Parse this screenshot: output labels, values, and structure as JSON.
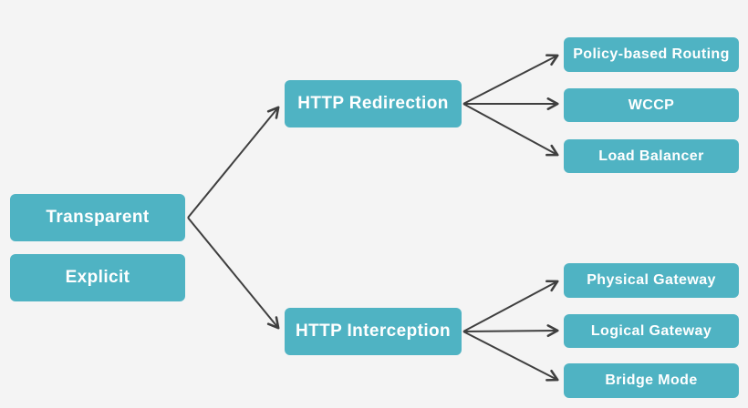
{
  "diagram": {
    "title": "Proxy deployment modes tree",
    "colors": {
      "background": "#f4f4f4",
      "node_fill": "#4FB3C3",
      "node_text": "#ffffff",
      "arrow": "#3f3f3f"
    },
    "nodes": {
      "transparent": {
        "label": "Transparent"
      },
      "explicit": {
        "label": "Explicit"
      },
      "http_redirection": {
        "label": "HTTP Redirection"
      },
      "http_interception": {
        "label": "HTTP Interception"
      },
      "policy_based_routing": {
        "label": "Policy-based Routing"
      },
      "wccp": {
        "label": "WCCP"
      },
      "load_balancer": {
        "label": "Load Balancer"
      },
      "physical_gateway": {
        "label": "Physical Gateway"
      },
      "logical_gateway": {
        "label": "Logical Gateway"
      },
      "bridge_mode": {
        "label": "Bridge Mode"
      }
    },
    "edges": [
      {
        "from": "Transparent",
        "to": "HTTP Redirection"
      },
      {
        "from": "Transparent",
        "to": "HTTP Interception"
      },
      {
        "from": "HTTP Redirection",
        "to": "Policy-based Routing"
      },
      {
        "from": "HTTP Redirection",
        "to": "WCCP"
      },
      {
        "from": "HTTP Redirection",
        "to": "Load Balancer"
      },
      {
        "from": "HTTP Interception",
        "to": "Physical Gateway"
      },
      {
        "from": "HTTP Interception",
        "to": "Logical Gateway"
      },
      {
        "from": "HTTP Interception",
        "to": "Bridge Mode"
      }
    ]
  }
}
